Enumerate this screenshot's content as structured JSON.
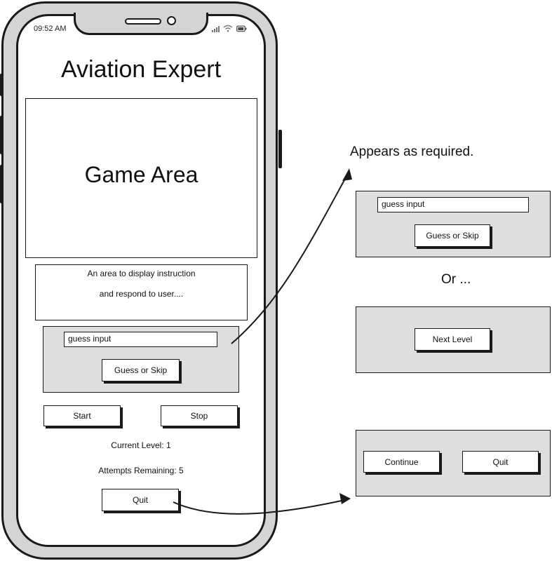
{
  "status_bar": {
    "time": "09:52 AM"
  },
  "app": {
    "title": "Aviation Expert",
    "game_area_label": "Game Area",
    "instruction_lines": [
      "An area to display instruction",
      "and respond to user...."
    ],
    "guess_input_placeholder": "guess input",
    "guess_skip_label": "Guess or Skip",
    "start_label": "Start",
    "stop_label": "Stop",
    "current_level_text": "Current Level: 1",
    "attempts_text": "Attempts Remaining: 5",
    "quit_label": "Quit"
  },
  "annotations": {
    "appears_note": "Appears as required.",
    "or_text": "Or ..."
  },
  "variants": {
    "guess_panel": {
      "input_placeholder": "guess input",
      "button_label": "Guess or Skip"
    },
    "next_level_panel": {
      "button_label": "Next Level"
    },
    "quit_panel": {
      "continue_label": "Continue",
      "quit_label": "Quit"
    }
  },
  "colors": {
    "outline": "#1a1a1a",
    "panel_fill": "#dedede",
    "phone_body": "#d4d4d4",
    "background": "#ffffff"
  },
  "icons": [
    "cellular-signal-icon",
    "wifi-icon",
    "battery-icon"
  ]
}
